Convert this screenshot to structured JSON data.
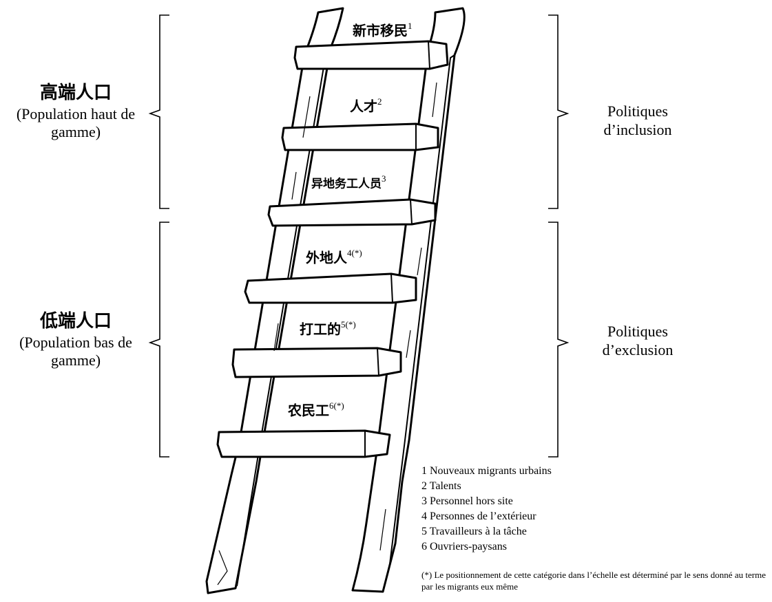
{
  "groups": {
    "high": {
      "title": "高端人口",
      "subtitle": "(Population haut de gamme)"
    },
    "low": {
      "title": "低端人口",
      "subtitle": "(Population bas de gamme)"
    }
  },
  "policies": {
    "inclusion": "Politiques d’inclusion",
    "exclusion": "Politiques d’exclusion"
  },
  "rungs": [
    {
      "label": "新市移民",
      "sup": "1"
    },
    {
      "label": "人才",
      "sup": "2"
    },
    {
      "label": "异地务工人员",
      "sup": "3"
    },
    {
      "label": "外地人",
      "sup": "4(*)"
    },
    {
      "label": "打工的",
      "sup": "5(*)"
    },
    {
      "label": "农民工",
      "sup": "6(*)"
    }
  ],
  "legend": [
    "1 Nouveaux migrants urbains",
    "2 Talents",
    "3 Personnel hors site",
    "4 Personnes de l’extérieur",
    "5 Travailleurs à la tâche",
    "6 Ouvriers-paysans"
  ],
  "note": "(*) Le positionnement de cette catégorie dans l’échelle est déterminé par le sens donné au terme par les migrants eux même"
}
